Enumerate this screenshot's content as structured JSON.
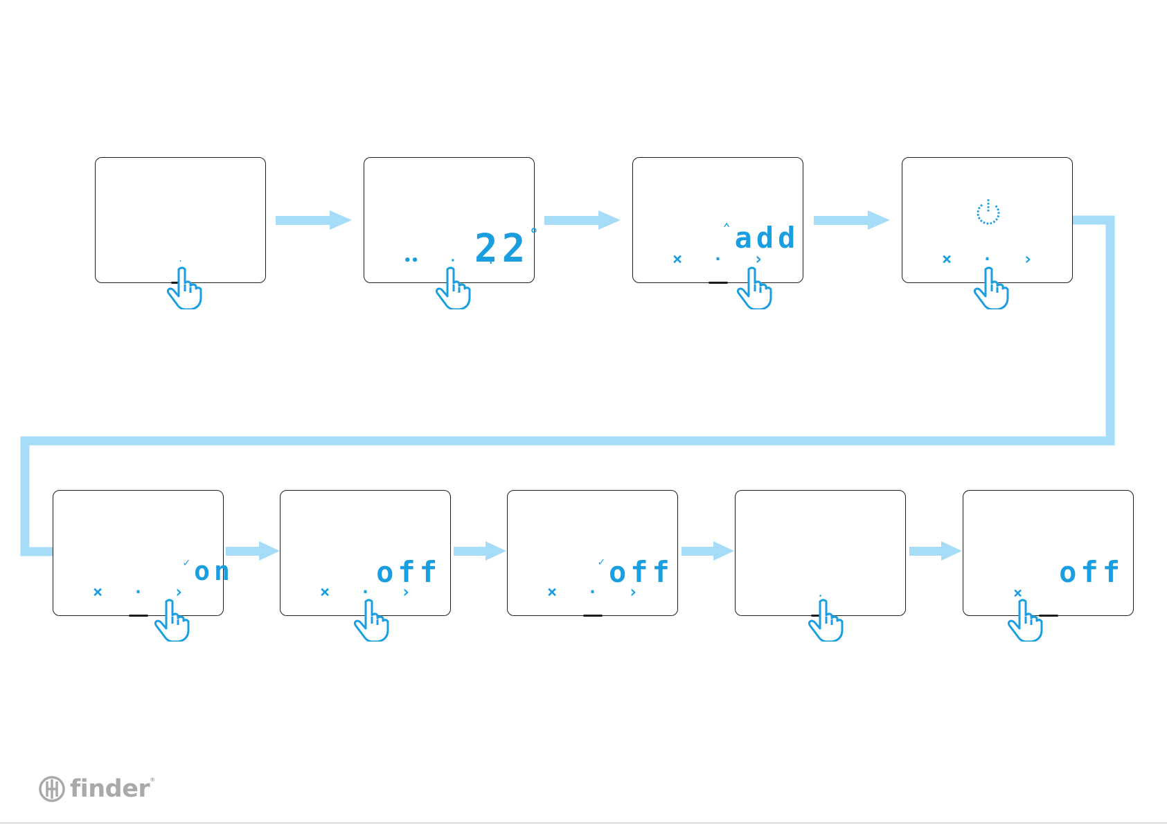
{
  "colors": {
    "display": "#1a9ee0",
    "flow": "#a7dcf8",
    "frame": "#1b1b1b",
    "logo": "#a9a9a9"
  },
  "screens": [
    {
      "id": "s1",
      "main": "",
      "bottom": "",
      "touch": "center-dot"
    },
    {
      "id": "s2",
      "main": "22",
      "unit": "°",
      "bottom_left": "••",
      "bottom_mid": "·",
      "bottom_right": "+"
    },
    {
      "id": "s3",
      "main": "add",
      "prefix": "⌃",
      "bottom_left": "×",
      "bottom_mid": "·",
      "bottom_right": "›"
    },
    {
      "id": "s4",
      "main": "",
      "icon": "power-icon",
      "bottom_left": "×",
      "bottom_mid": "·",
      "bottom_right": "›"
    },
    {
      "id": "s5",
      "main": "on",
      "prefix": "✓",
      "bottom_left": "×",
      "bottom_mid": "·",
      "bottom_right": "›"
    },
    {
      "id": "s6",
      "main": "off",
      "bottom_left": "×",
      "bottom_mid": "·",
      "bottom_right": "›"
    },
    {
      "id": "s7",
      "main": "off",
      "prefix": "✓",
      "bottom_left": "×",
      "bottom_mid": "·",
      "bottom_right": "›"
    },
    {
      "id": "s8",
      "main": "",
      "bottom_mid": "·"
    },
    {
      "id": "s9",
      "main": "off",
      "bottom_left": "×"
    }
  ],
  "logo": {
    "text": "finder",
    "mark": "®"
  }
}
